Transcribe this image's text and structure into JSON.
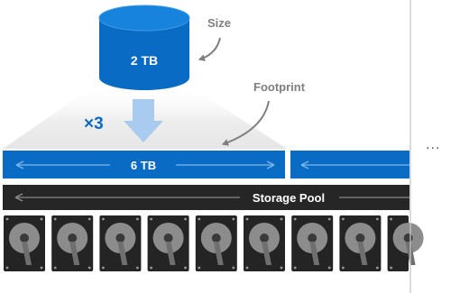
{
  "volume": {
    "capacity_label": "2 TB",
    "color": "#0a6bc4",
    "top_color": "#1883dc"
  },
  "annotations": {
    "size": "Size",
    "footprint": "Footprint",
    "color": "#7f7f7f"
  },
  "multiplier": "×3",
  "footprint_bar": {
    "label": "6 TB",
    "color": "#0a6bc4"
  },
  "storage_pool": {
    "label": "Storage Pool",
    "color": "#262626"
  },
  "disks": {
    "count": 9,
    "body_color": "#242424",
    "platter_color": "#8c8c8c"
  },
  "continuation": "...",
  "accent_arrow_color": "#a9cbef"
}
